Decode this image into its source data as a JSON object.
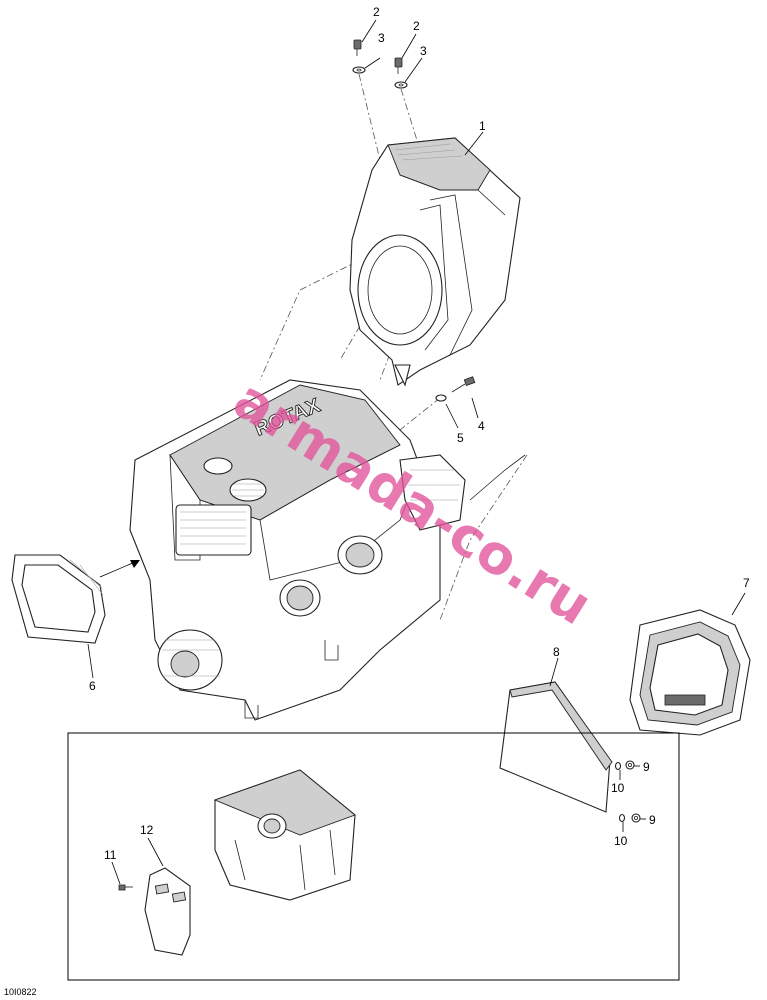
{
  "callouts": {
    "c2a": "2",
    "c3a": "3",
    "c2b": "2",
    "c3b": "3",
    "c1": "1",
    "c4": "4",
    "c5": "5",
    "c6": "6",
    "c7": "7",
    "c8": "8",
    "c9a": "9",
    "c10a": "10",
    "c9b": "9",
    "c10b": "10",
    "c11": "11",
    "c12": "12"
  },
  "watermark": "armada-co.ru",
  "engine_brand": "ROTAX",
  "figure_id": "10I0822"
}
